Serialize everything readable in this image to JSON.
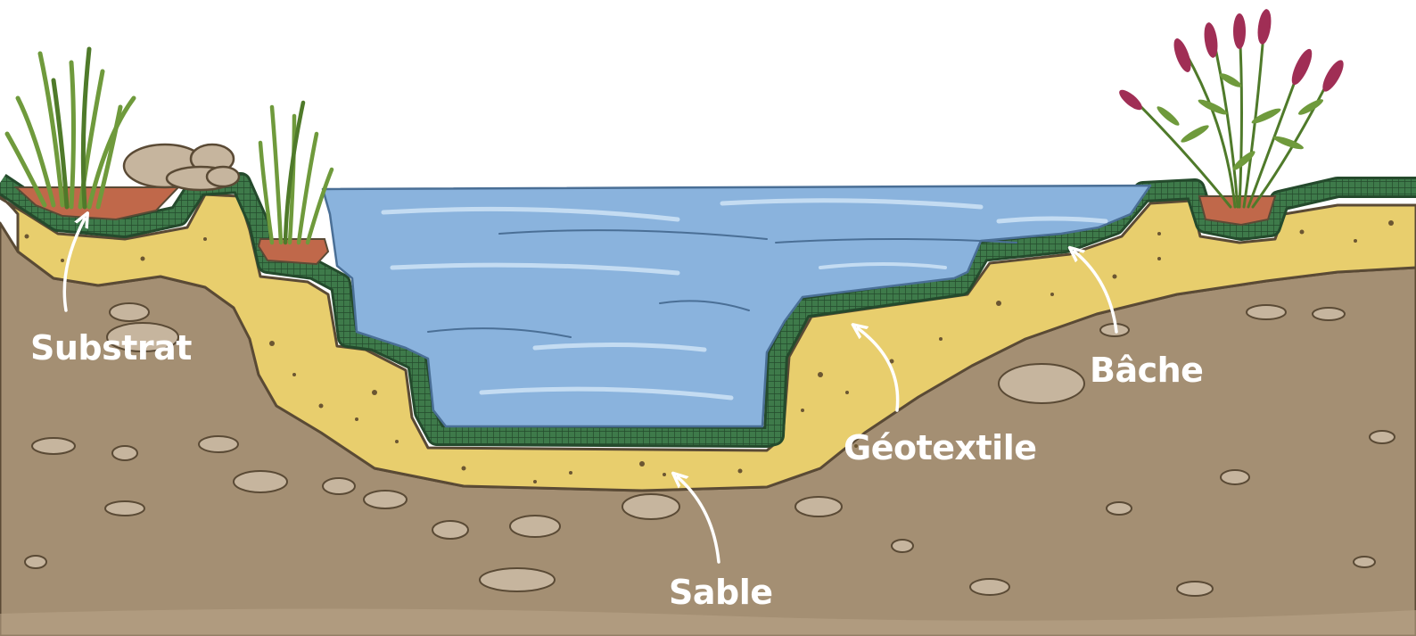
{
  "labels": {
    "substrat": "Substrat",
    "bache": "Bâche",
    "geotextile": "Géotextile",
    "sable": "Sable"
  },
  "colors": {
    "soil": "#a48f73",
    "soil_outline": "#5a4a35",
    "sand": "#e8ce6d",
    "liner": "#3e7a4a",
    "liner_dark": "#244a2c",
    "water": "#8ab3dd",
    "water_highlight": "#c4dcf2",
    "substrate": "#c0684a",
    "stone": "#c6b59e",
    "reed": "#6f9a3c",
    "flower": "#a02e55",
    "label_text": "#ffffff"
  }
}
